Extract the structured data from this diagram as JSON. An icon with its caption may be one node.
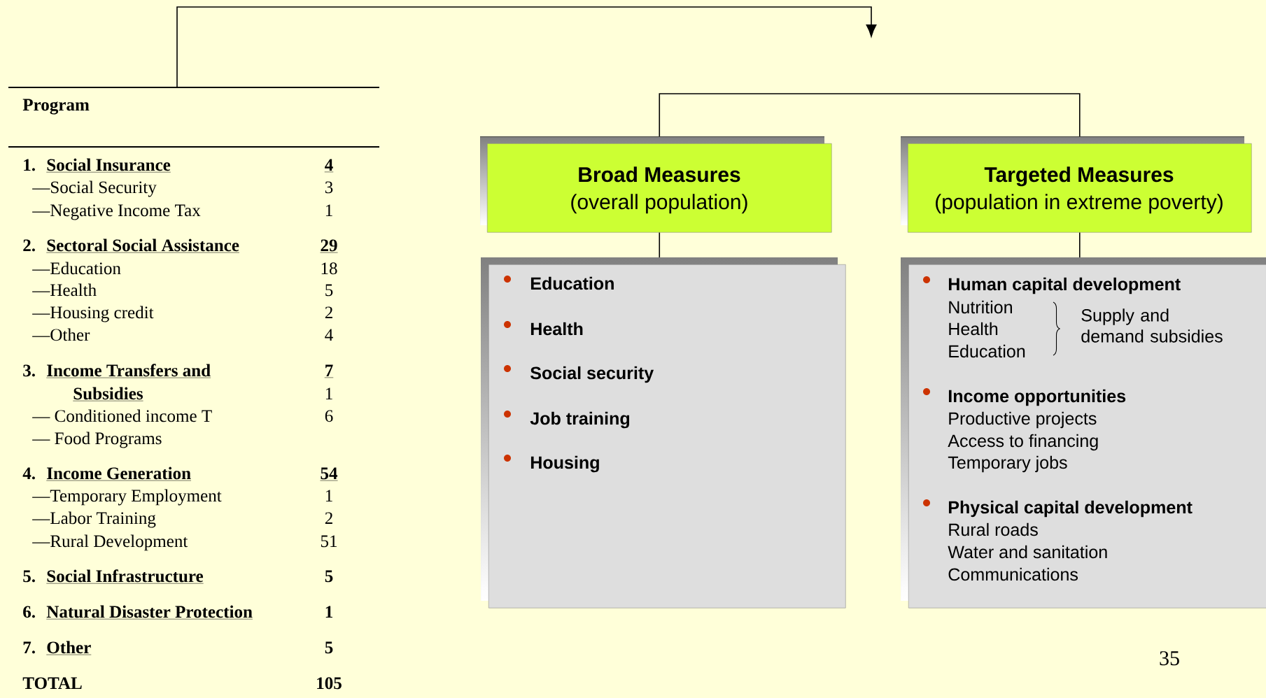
{
  "diagram": {
    "nodes": [
      {
        "text": [
          "Program"
        ]
      },
      {
        "text": [
          "Broad Measures",
          "(overall population)"
        ]
      },
      {
        "text": [
          "Targeted Measures",
          "(population in extreme poverty)"
        ]
      },
      {
        "text": [
          "Education",
          "Health",
          "Social security",
          "Job training",
          "Housing"
        ]
      },
      {
        "text": [
          "Human capital development",
          "Nutrition",
          "Health",
          "Education",
          "Supply and demand subsidies",
          "Income opportunities",
          "Productive projects",
          "Access to financing",
          "Temporary jobs",
          "Physical capital development",
          "Rural roads",
          "Water and sanitation",
          "Communications"
        ]
      }
    ],
    "edges": [
      {
        "from": 0,
        "to": null,
        "arrow": "to"
      },
      {
        "from": 1,
        "to": 2,
        "arrow": "none"
      },
      {
        "from": 1,
        "to": 3,
        "arrow": "none"
      },
      {
        "from": 2,
        "to": 4,
        "arrow": "none"
      }
    ],
    "labels": [
      "1.",
      "Social Insurance",
      "4",
      "—Social Security",
      "3",
      "—Negative Income Tax",
      "1",
      "2.",
      "Sectoral Social Assistance",
      "29",
      "—Education",
      "18",
      "—Health",
      "5",
      "—Housing credit",
      "2",
      "—Other",
      "4",
      "3.",
      "Income Transfers and",
      "7",
      "Subsidies",
      "1",
      "— Conditioned income T",
      "6",
      "— Food Programs",
      "4.",
      "Income Generation",
      "54",
      "—Temporary Employment",
      "1",
      "—Labor Training",
      "2",
      "—Rural Development",
      "51",
      "5.",
      "Social Infrastructure",
      "5",
      "6.",
      "Natural Disaster Protection",
      "1",
      "7.",
      "Other",
      "5",
      "TOTAL",
      "105",
      "35"
    ]
  }
}
